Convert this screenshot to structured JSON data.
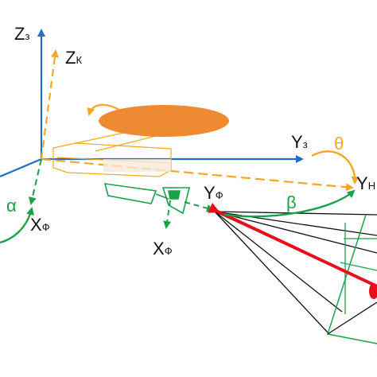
{
  "labels": {
    "z_earth": {
      "main": "Z",
      "sub": "з"
    },
    "z_k": {
      "main": "Z",
      "sub": "К"
    },
    "y_earth": {
      "main": "Y",
      "sub": "з"
    },
    "y_n": {
      "main": "Y",
      "sub": "Н"
    },
    "theta": "θ",
    "alpha": "α",
    "beta": "β",
    "x_phi_left": {
      "main": "X",
      "sub": "Ф"
    },
    "x_phi_mid": {
      "main": "X",
      "sub": "Ф"
    },
    "y_phi": {
      "main": "Y",
      "sub": "Ф"
    }
  },
  "colors": {
    "blue_axis": "#1f6fc4",
    "orange": "#f5a623",
    "rotor": "#ee8a32",
    "green": "#1aa24a",
    "black": "#111111",
    "red": "#e8101a"
  },
  "icons": {
    "rotor": "rotor-disc",
    "rotation": "rotation-arrow-icon",
    "cone": "beam-cone"
  }
}
